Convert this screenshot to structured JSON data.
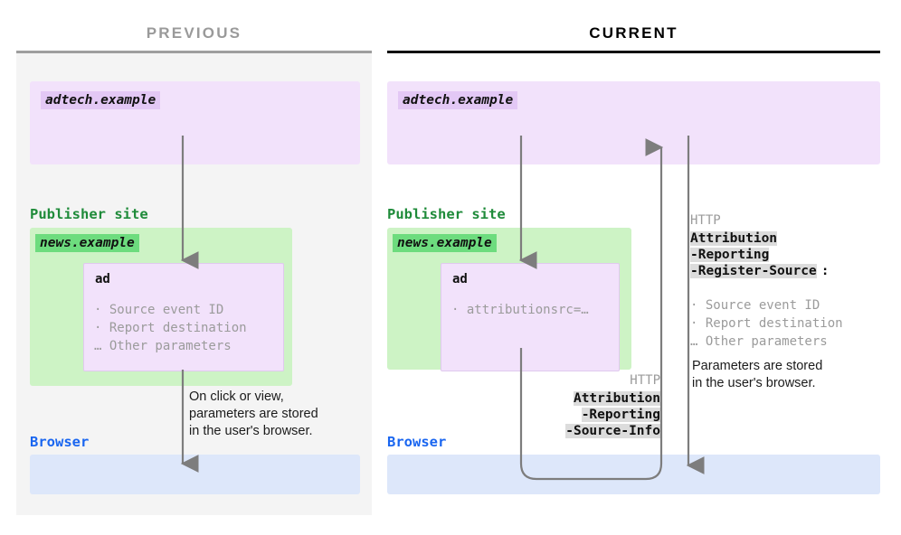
{
  "columns": {
    "previous": {
      "title": "PREVIOUS",
      "accent": "#9a9a9a",
      "panel_bg": "#f4f4f4"
    },
    "current": {
      "title": "CURRENT",
      "accent": "#111111",
      "panel_bg": "#ffffff"
    }
  },
  "colors": {
    "adtech_band": "#f2e2fb",
    "adtech_chip": "#e3c8f5",
    "publisher_band": "#cdf3c5",
    "publisher_chip": "#6ddc7e",
    "browser_band": "#dde7fa",
    "publisher_label": "#1f8b3a",
    "browser_label": "#1a66f0",
    "arrow": "#7d7d7d",
    "header_highlight": "#dcdcdc",
    "muted_text": "#9b9b9b"
  },
  "previous": {
    "adtech_domain": "adtech.example",
    "publisher_heading": "Publisher site",
    "publisher_domain": "news.example",
    "ad_title": "ad",
    "ad_params": "· Source event ID\n· Report destination\n… Other parameters",
    "browser_heading": "Browser",
    "note": "On click or view,\nparameters are stored\nin the user's browser."
  },
  "current": {
    "adtech_domain": "adtech.example",
    "publisher_heading": "Publisher site",
    "publisher_domain": "news.example",
    "ad_title": "ad",
    "ad_params": "· attributionsrc=…",
    "browser_heading": "Browser",
    "request_header": {
      "protocol": "HTTP",
      "lines": [
        "Attribution",
        "-Reporting",
        "-Source-Info"
      ]
    },
    "response_header": {
      "protocol": "HTTP",
      "lines": [
        "Attribution",
        "-Reporting",
        "-Register-Source"
      ],
      "suffix": ":",
      "params": "· Source event ID\n· Report destination\n… Other parameters"
    },
    "note": "Parameters are stored\nin the user's browser."
  }
}
